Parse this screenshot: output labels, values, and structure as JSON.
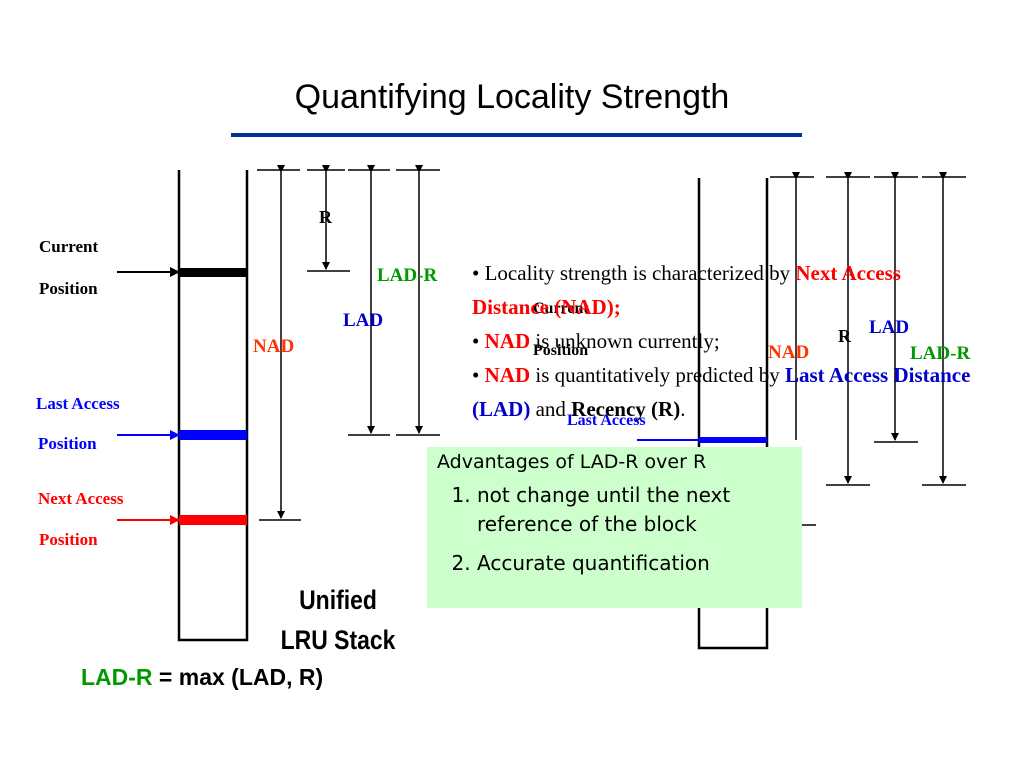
{
  "title": "Quantifying Locality Strength",
  "colors": {
    "accent_line": "#003399",
    "red": "#ff0000",
    "blue": "#0000ff",
    "green": "#009900",
    "box_bg": "#ccffcc"
  },
  "left_stack": {
    "current": [
      "Current",
      "Position"
    ],
    "last_access": [
      "Last Access",
      "Position"
    ],
    "next_access": [
      "Next Access",
      "Position"
    ],
    "r": "R",
    "lad_r": "LAD-R",
    "lad": "LAD",
    "nad": "NAD"
  },
  "right_stack": {
    "current": [
      "Current",
      "Position"
    ],
    "last_access": "Last Access",
    "nad": "NAD",
    "r": "R",
    "lad": "LAD",
    "lad_r": "LAD-R"
  },
  "bullets": {
    "b1_pre": "• Locality strength is characterized by ",
    "b1_hl": "Next Access Distance (NAD);",
    "b2_pre": "• ",
    "b2_hl": "NAD",
    "b2_post": " is unknown currently;",
    "b3_pre": "• ",
    "b3_hl": "NAD",
    "b3_mid": "  is quantitatively predicted by ",
    "b3_lad": "Last Access Distance (LAD)",
    "b3_and": " and ",
    "b3_rec": "Recency (R)",
    "b3_end": "."
  },
  "advantages": {
    "title": "Advantages of LAD-R over R",
    "items": [
      "not change until the next reference of the block",
      "Accurate quantification"
    ]
  },
  "unified_stack": [
    "Unified",
    "LRU Stack"
  ],
  "formula": {
    "lhs": "LAD-R",
    "rhs": " = max (LAD, R)"
  }
}
